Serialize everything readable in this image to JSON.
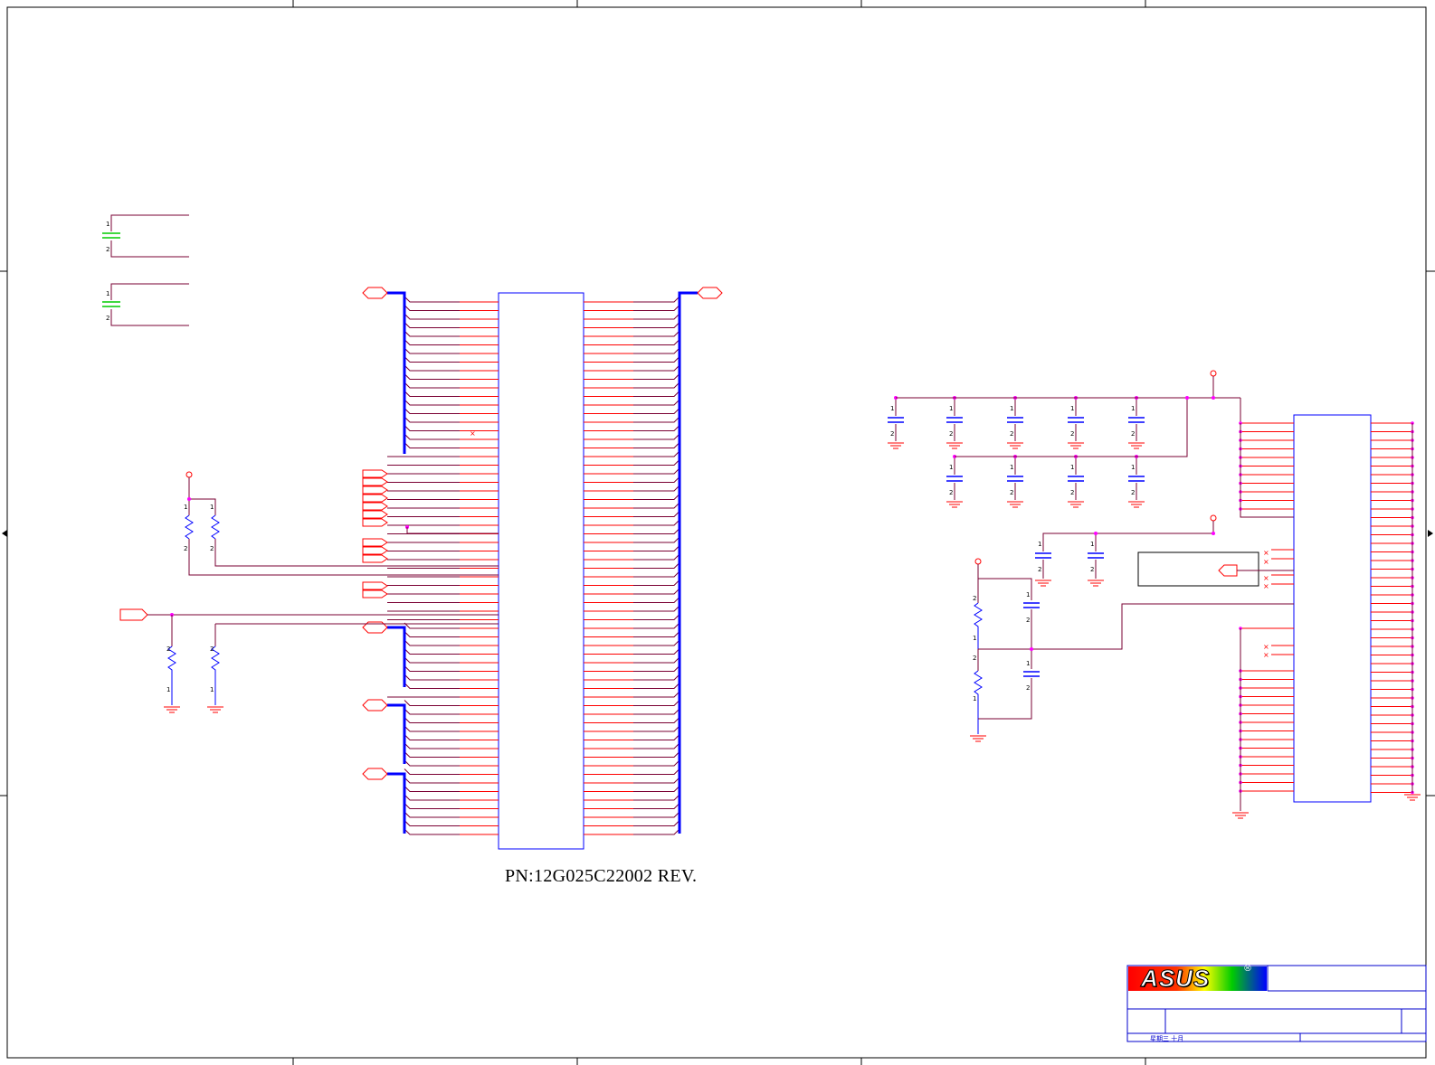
{
  "document": {
    "part_number": "PN:12G025C22002  REV.",
    "title_block": {
      "logo_text": "ASUS",
      "logo_mark": "®",
      "date": "星期三 十月"
    }
  },
  "colors": {
    "wire": "#7a0033",
    "pin": "#ff0000",
    "bus": "#0000ff",
    "component_body": "#0000ff",
    "junction": "#ff00ff",
    "resistor": "#0000ff",
    "capacitor": "#0000ff",
    "capacitor_alt": "#00cc00",
    "pin_label": "#000000",
    "title_block_line": "#0000cc"
  },
  "pin_labels": [
    "1",
    "2"
  ],
  "no_connect_marker": "×"
}
